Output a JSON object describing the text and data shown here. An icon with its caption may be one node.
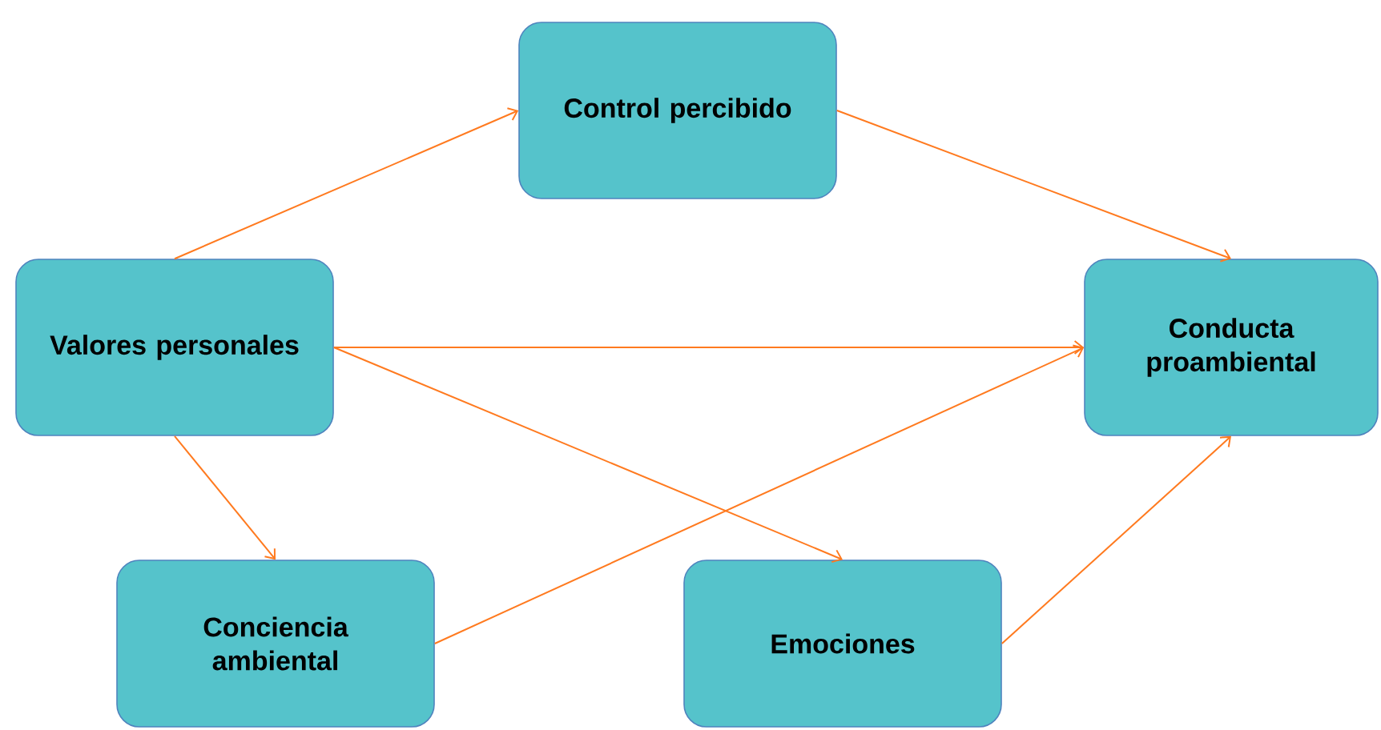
{
  "diagram": {
    "nodes": [
      {
        "text": [
          "Control percibido"
        ]
      },
      {
        "text": [
          "Valores personales"
        ]
      },
      {
        "text": [
          "Conducta proambiental"
        ]
      },
      {
        "text": [
          "Conciencia ambiental"
        ]
      },
      {
        "text": [
          "Emociones"
        ]
      }
    ],
    "edges": [
      {
        "from": 1,
        "to": 0,
        "arrow": "to"
      },
      {
        "from": 0,
        "to": 2,
        "arrow": "to"
      },
      {
        "from": 1,
        "to": 2,
        "arrow": "to"
      },
      {
        "from": 1,
        "to": 3,
        "arrow": "to"
      },
      {
        "from": 1,
        "to": 4,
        "arrow": "to"
      },
      {
        "from": 3,
        "to": 2,
        "arrow": "to"
      },
      {
        "from": 4,
        "to": 2,
        "arrow": "to"
      }
    ]
  }
}
